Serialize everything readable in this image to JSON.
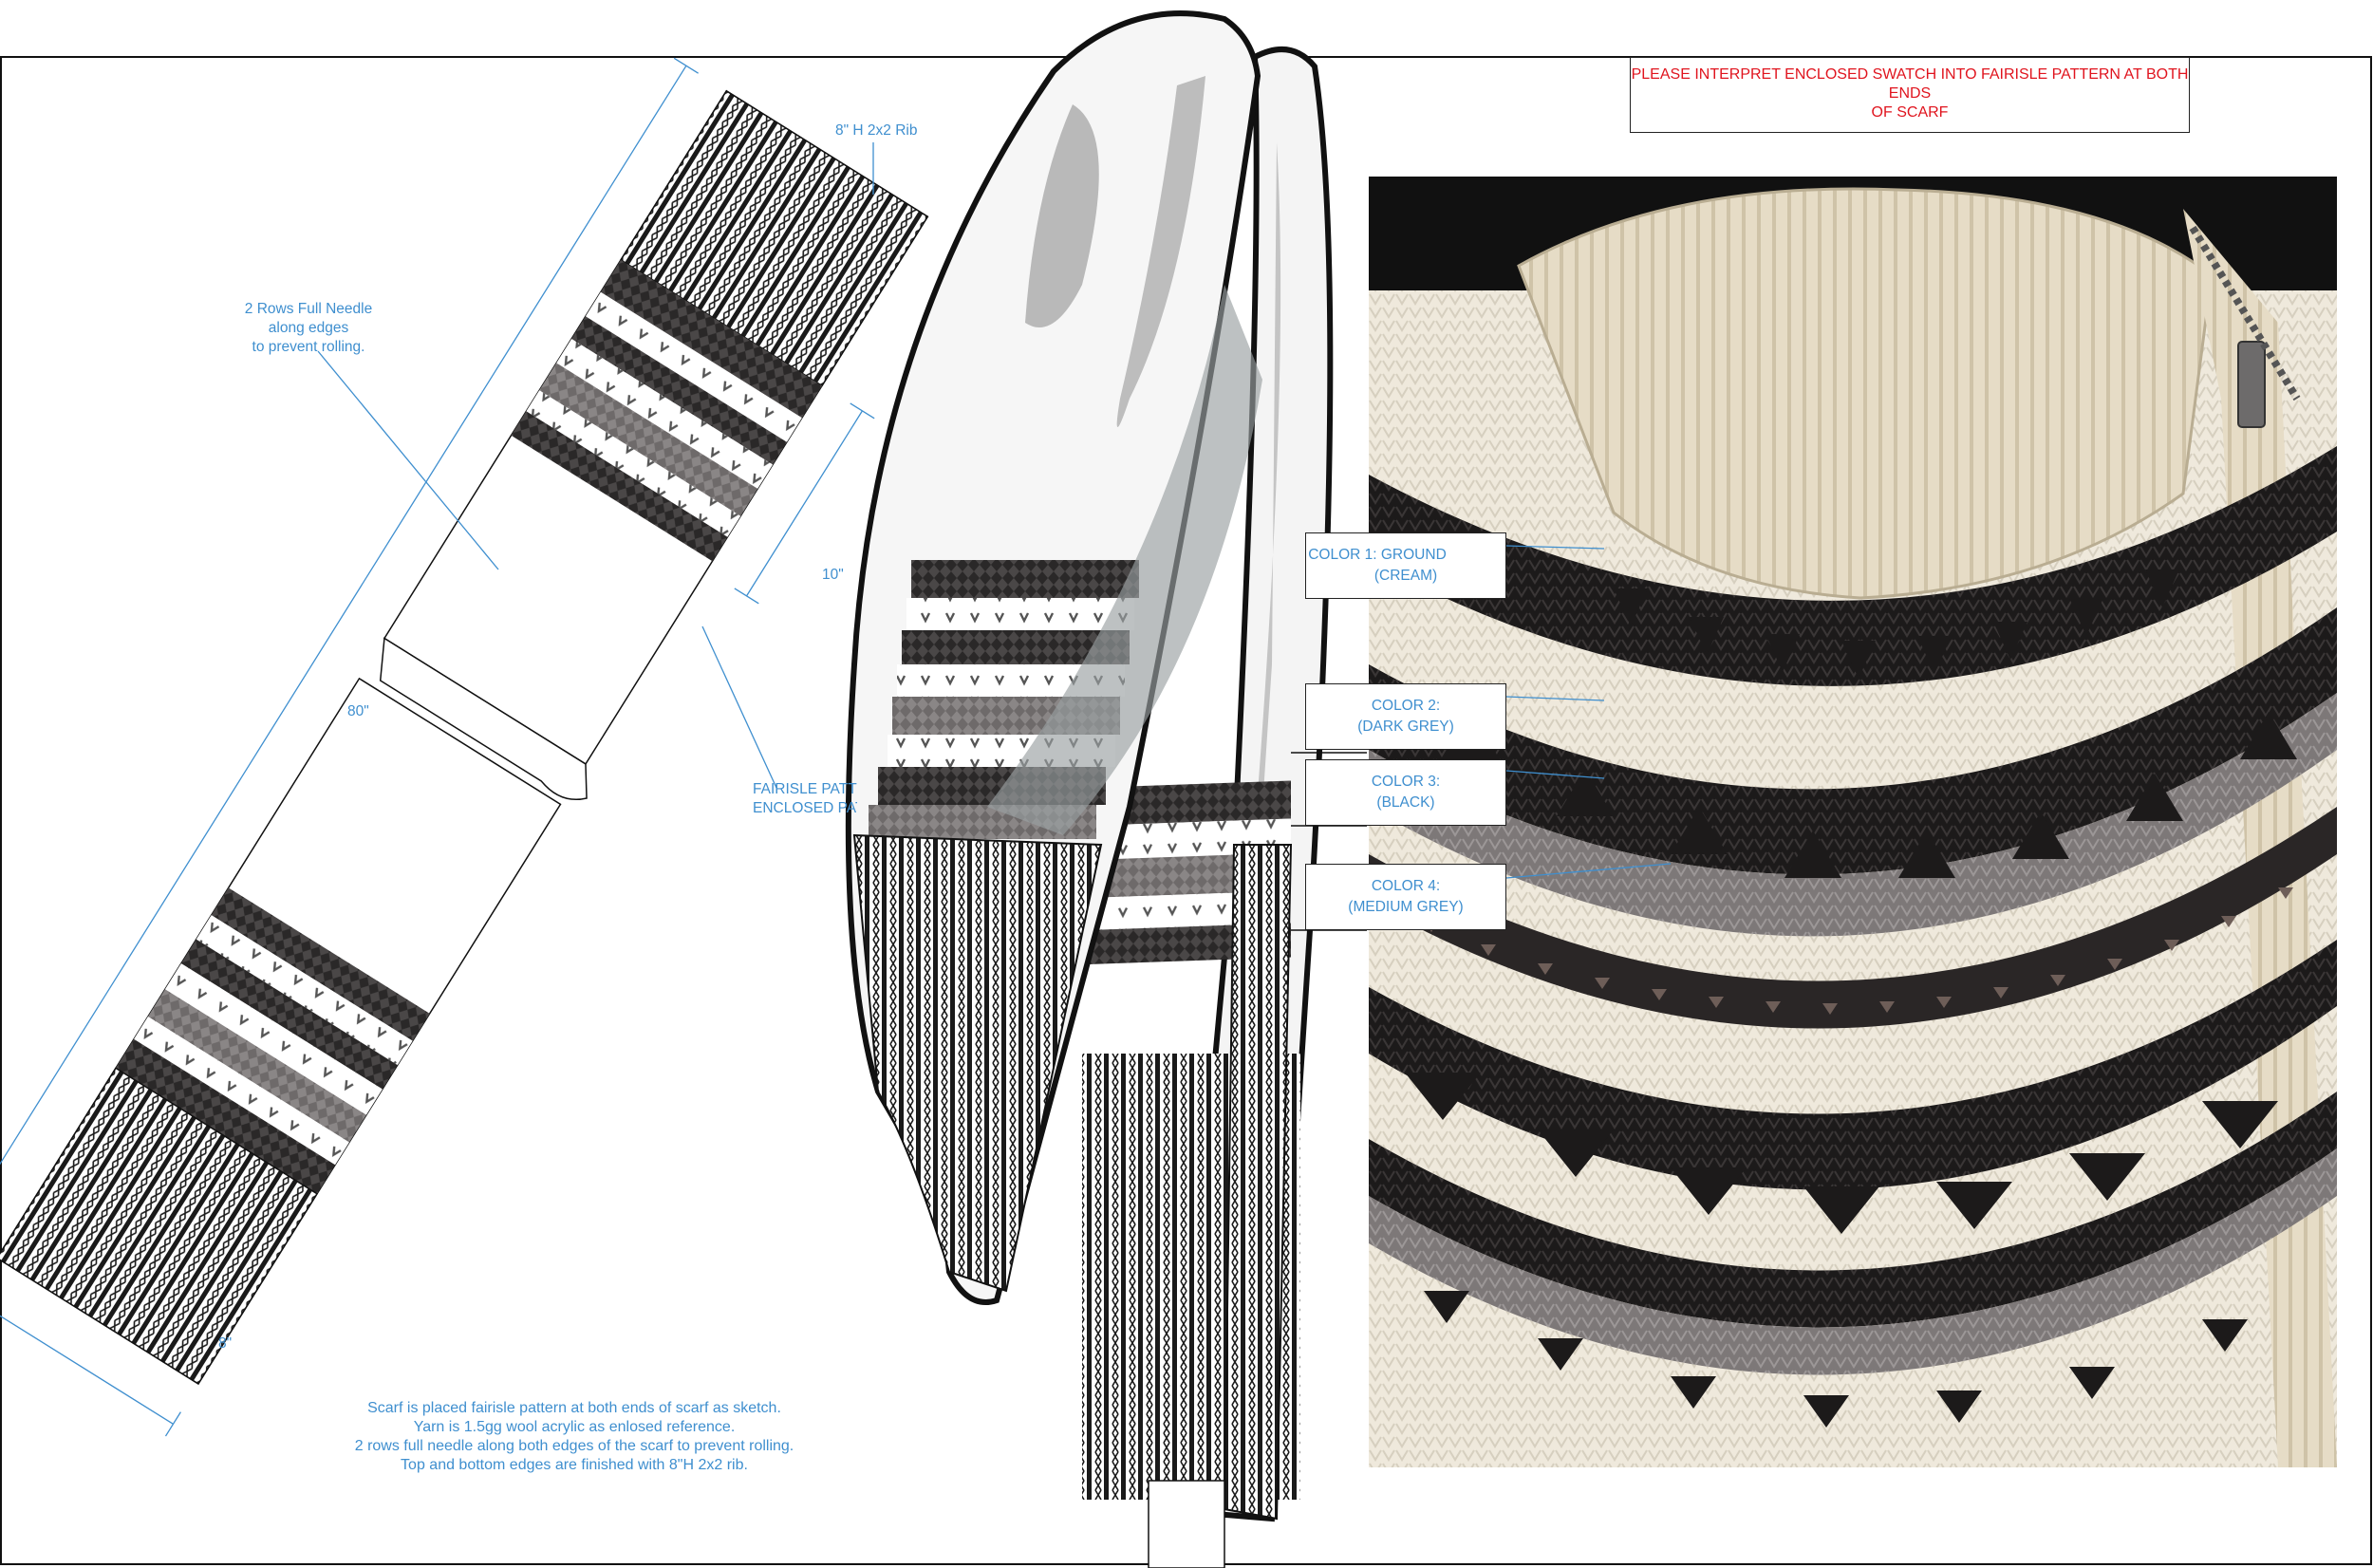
{
  "annotations": {
    "rib_label": "8\" H 2x2 Rib",
    "edge_note": [
      "2 Rows Full Needle",
      "along edges",
      "to prevent rolling."
    ],
    "length_label": "80\"",
    "section_label": "10\"",
    "width_label": "8\"",
    "fairisle_note": [
      "FAIRISLE PATTERN AS",
      "ENCLOSED PATTERN"
    ]
  },
  "instruction_box": {
    "text": [
      "PLEASE INTERPRET ENCLOSED SWATCH INTO FAIRISLE PATTERN AT BOTH ENDS",
      "OF SCARF"
    ]
  },
  "colors": [
    {
      "line1": "COLOR 1: GROUND",
      "line2": "(CREAM)"
    },
    {
      "line1": "COLOR 2:",
      "line2": "(DARK GREY)"
    },
    {
      "line1": "COLOR 3:",
      "line2": "(BLACK)"
    },
    {
      "line1": "COLOR 4:",
      "line2": "(MEDIUM GREY)"
    }
  ],
  "spec_notes": [
    "Scarf is placed fairisle pattern at both ends of scarf as sketch.",
    "Yarn is 1.5gg wool acrylic as enlosed reference.",
    "2 rows full needle along both edges of the scarf to prevent rolling.",
    "Top and bottom edges are finished with 8\"H  2x2 rib."
  ],
  "palette": {
    "annotation_blue": "#3f8fcf",
    "instruction_red": "#e0141e",
    "cream": "#efe9dc",
    "dark_grey": "#4a4747",
    "black": "#1c1a1a",
    "medium_grey": "#8a8686"
  }
}
